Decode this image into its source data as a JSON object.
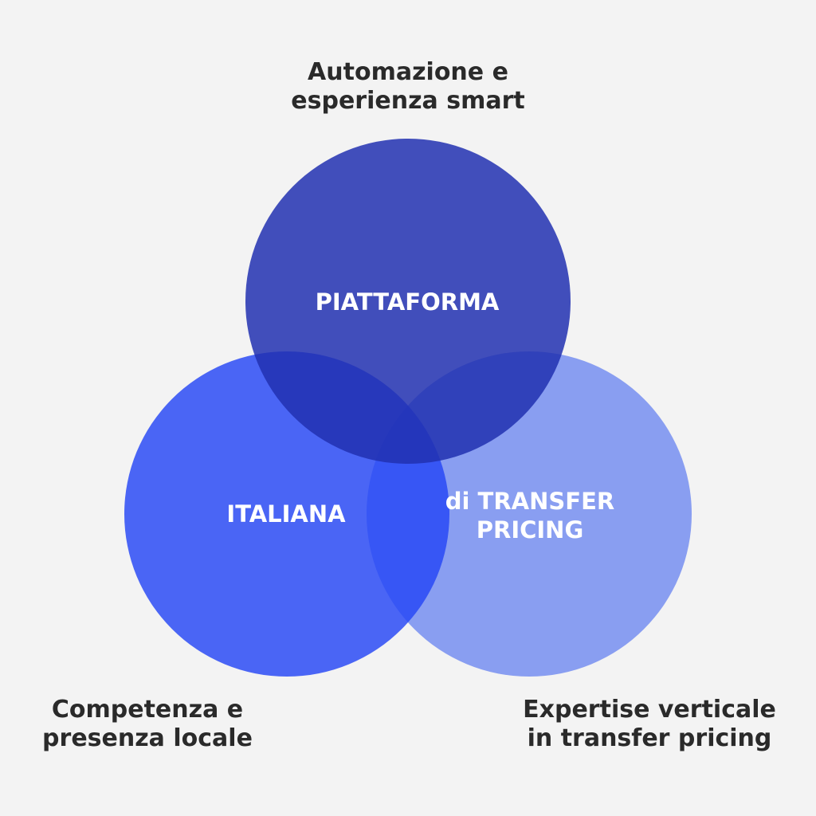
{
  "colors": {
    "background": "#f3f3f3",
    "caption_text": "#2a2a2a",
    "label_text": "#ffffff",
    "circle_top": "#2130b0",
    "circle_left": "#2446f5",
    "circle_right": "#6a85f0"
  },
  "captions": {
    "top": {
      "line1": "Automazione e",
      "line2": "esperienza smart"
    },
    "left": {
      "line1": "Competenza e",
      "line2": "presenza locale"
    },
    "right": {
      "line1": "Expertise verticale",
      "line2": "in transfer pricing"
    }
  },
  "circles": {
    "top": {
      "label": "PIATTAFORMA"
    },
    "left": {
      "label": "ITALIANA"
    },
    "right": {
      "line1": "di TRANSFER",
      "line2": "PRICING"
    }
  }
}
